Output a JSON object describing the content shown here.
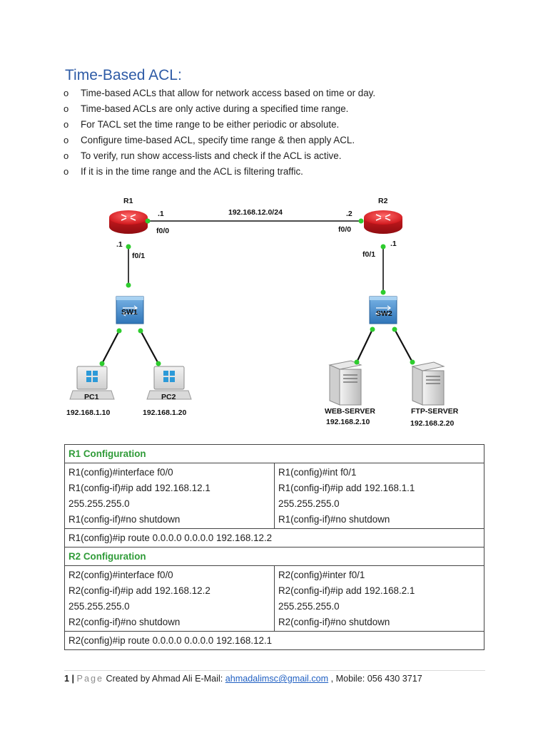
{
  "title": "Time-Based ACL:",
  "bullet_marker": "o",
  "bullets": [
    "Time-based ACLs that allow for network access based on time or day.",
    "Time-based ACLs are only active during a specified time range.",
    "For TACL set the time range to be either periodic or absolute.",
    "Configure time-based ACL, specify time range & then apply ACL.",
    "To verify, run show access-lists and check if the ACL is active.",
    "If it is in the time range and the ACL is filtering traffic."
  ],
  "diagram": {
    "r1": {
      "label": "R1",
      "f00": "f0/0",
      "f00_ip": ".1",
      "f01": "f0/1",
      "f01_ip": ".1"
    },
    "r2": {
      "label": "R2",
      "f00": "f0/0",
      "f00_ip": ".2",
      "f01": "f0/1",
      "f01_ip": ".1"
    },
    "link_network": "192.168.12.0/24",
    "sw1": "SW1",
    "sw2": "SW2",
    "pc1": {
      "label": "PC1",
      "ip": "192.168.1.10"
    },
    "pc2": {
      "label": "PC2",
      "ip": "192.168.1.20"
    },
    "web_server": {
      "label": "WEB-SERVER",
      "ip": "192.168.2.10"
    },
    "ftp_server": {
      "label": "FTP-SERVER",
      "ip": "192.168.2.20"
    },
    "colors": {
      "router": "#e02a2e",
      "switch": "#3f86c6",
      "link_dot": "#2ecc2e",
      "pc_label": "#1a3fcf",
      "server_label": "#d7261e"
    }
  },
  "r1_config": {
    "header": "R1 Configuration",
    "left": [
      "R1(config)#interface f0/0",
      "R1(config-if)#ip add 192.168.12.1",
      "255.255.255.0",
      "R1(config-if)#no shutdown"
    ],
    "right": [
      "R1(config)#int f0/1",
      "R1(config-if)#ip add 192.168.1.1",
      "255.255.255.0",
      "R1(config-if)#no shutdown"
    ],
    "route": "R1(config)#ip route 0.0.0.0 0.0.0.0 192.168.12.2"
  },
  "r2_config": {
    "header": "R2 Configuration",
    "left": [
      "R2(config)#interface f0/0",
      "R2(config-if)#ip add 192.168.12.2",
      "255.255.255.0",
      "R2(config-if)#no shutdown"
    ],
    "right": [
      "R2(config)#inter f0/1",
      "R2(config-if)#ip add 192.168.2.1",
      "255.255.255.0",
      "R2(config-if)#no shutdown"
    ],
    "route": "R2(config)#ip route 0.0.0.0 0.0.0.0 192.168.12.1"
  },
  "footer": {
    "page_number": "1",
    "separator": "|",
    "page_word": "Page",
    "created_by": "Created by Ahmad Ali E-Mail:",
    "email": "ahmadalimsc@gmail.com",
    "mobile": ", Mobile: 056 430 3717"
  }
}
